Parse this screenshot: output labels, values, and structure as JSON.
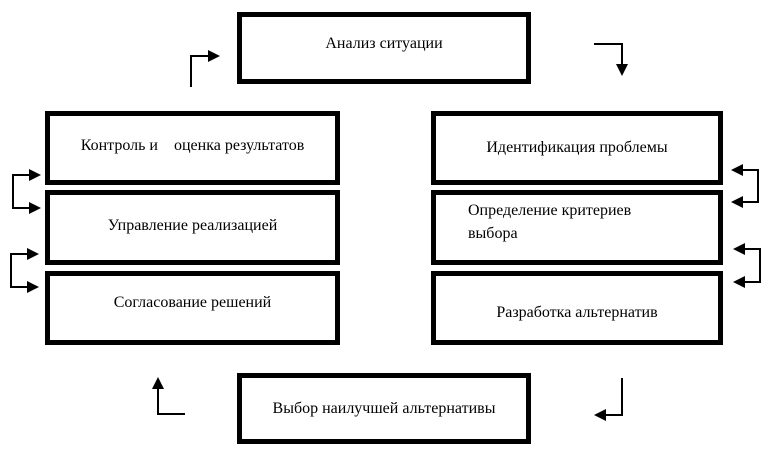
{
  "diagram": {
    "top": "Анализ ситуации",
    "right": [
      "Идентификация проблемы",
      "Определение     критериев\nвыбора",
      "Разработка альтернатив"
    ],
    "bottom": "Выбор наилучшей альтернативы",
    "left": [
      "Контроль и    оценка результатов",
      "Управление реализацией",
      "Согласование решений"
    ]
  }
}
